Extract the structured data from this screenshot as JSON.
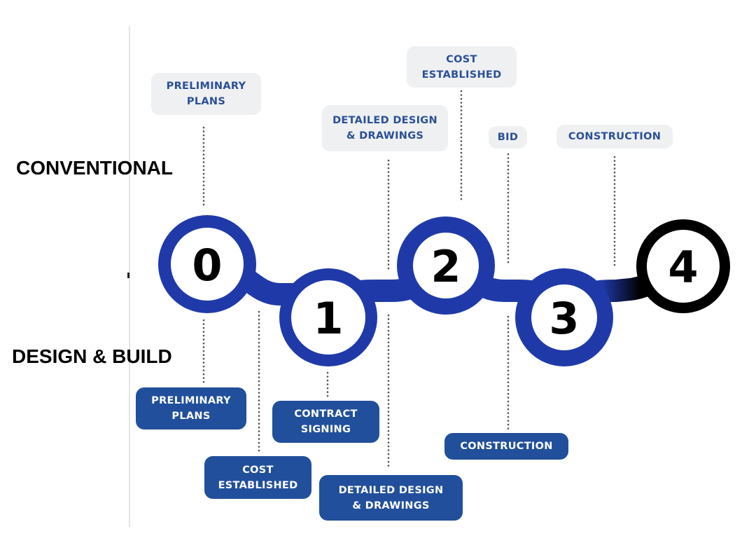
{
  "sections": {
    "conventional": "CONVENTIONAL",
    "design_build": "DESIGN & BUILD"
  },
  "colors": {
    "band": "#1f3aa8",
    "final_ring": "#000000",
    "light_box_bg": "#eef0f2",
    "light_box_text": "#2b4f96",
    "dark_box_bg": "#214f9b",
    "dark_box_text": "#ffffff",
    "dotted_line": "#555555"
  },
  "steps": [
    "0",
    "1",
    "2",
    "3",
    "4"
  ],
  "conventional_boxes": [
    {
      "label": "PRELIMINARY\nPLANS"
    },
    {
      "label": "DETAILED DESIGN\n& DRAWINGS"
    },
    {
      "label": "COST\nESTABLISHED"
    },
    {
      "label": "BID"
    },
    {
      "label": "CONSTRUCTION"
    }
  ],
  "design_build_boxes": [
    {
      "label": "PRELIMINARY\nPLANS"
    },
    {
      "label": "CONTRACT\nSIGNING"
    },
    {
      "label": "COST\nESTABLISHED"
    },
    {
      "label": "DETAILED DESIGN\n& DRAWINGS"
    },
    {
      "label": "CONSTRUCTION"
    }
  ]
}
